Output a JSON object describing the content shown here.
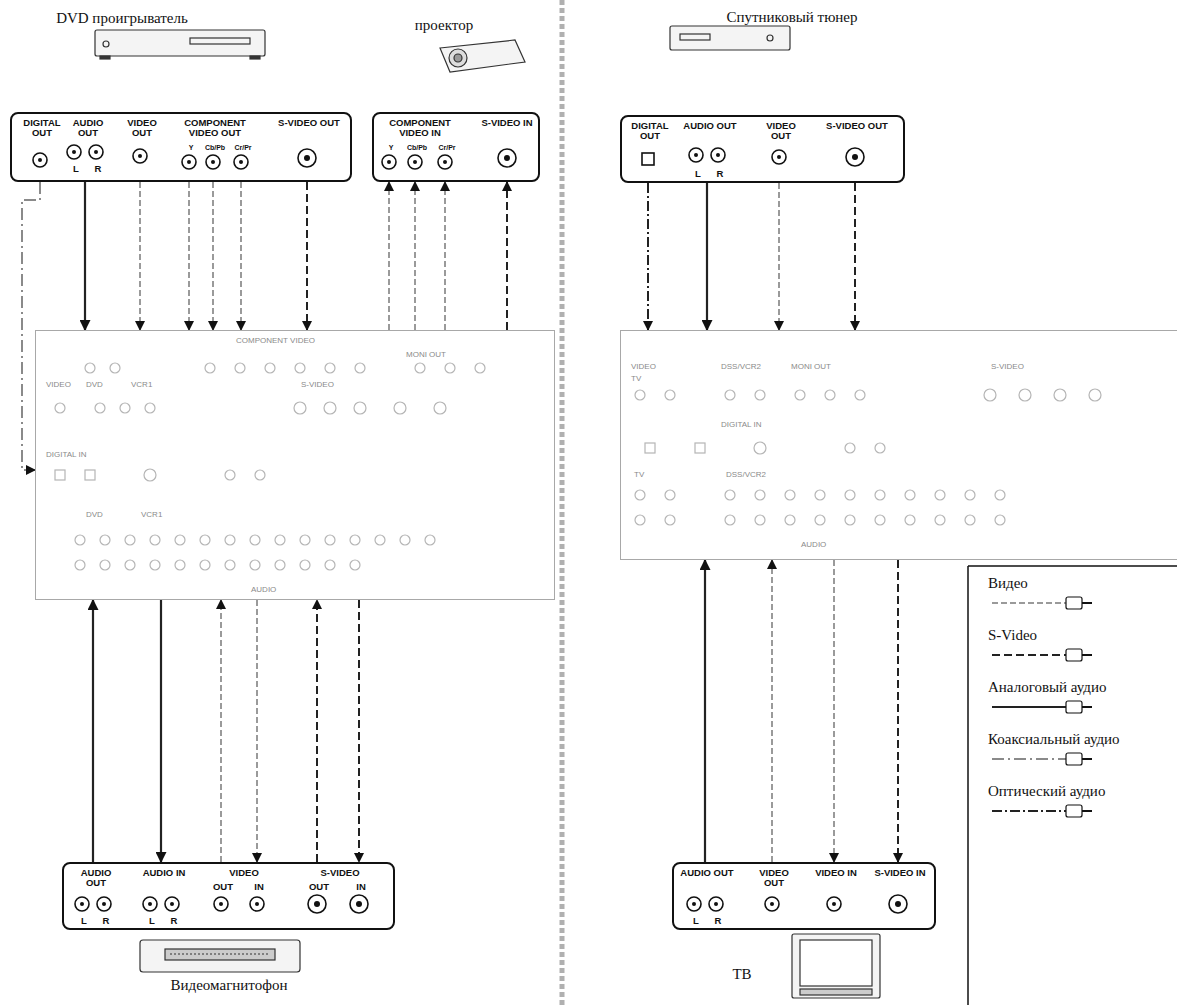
{
  "diagram": {
    "nodes": [
      {
        "text": [
          "DVD проигрыватель",
          "DIGITAL OUT",
          "AUDIO OUT",
          "L",
          "R",
          "VIDEO OUT",
          "COMPONENT VIDEO OUT",
          "Y",
          "Cb/Pb",
          "Cr/Pr",
          "S-VIDEO OUT"
        ]
      },
      {
        "text": [
          "проектор",
          "COMPONENT VIDEO IN",
          "Y",
          "Cb/Pb",
          "Cr/Pr",
          "S-VIDEO IN"
        ]
      },
      {
        "text": [
          "COMPONENT VIDEO",
          "MONI OUT",
          "VIDEO",
          "DVD",
          "VCR1",
          "S-VIDEO",
          "DIGITAL IN",
          "DVD",
          "VCR1",
          "AUDIO"
        ]
      },
      {
        "text": [
          "Видеомагнитофон",
          "AUDIO OUT",
          "L",
          "R",
          "AUDIO IN",
          "L",
          "R",
          "VIDEO",
          "OUT",
          "IN",
          "S-VIDEO",
          "OUT",
          "IN"
        ]
      },
      {
        "text": [
          "Спутниковый тюнер",
          "DIGITAL OUT",
          "AUDIO OUT",
          "L",
          "R",
          "VIDEO OUT",
          "S-VIDEO OUT"
        ]
      },
      {
        "text": [
          "VIDEO",
          "TV",
          "DSS/VCR2",
          "MONI OUT",
          "S-VIDEO",
          "DIGITAL IN",
          "TV",
          "DSS/VCR2",
          "AUDIO"
        ]
      },
      {
        "text": [
          "ТВ",
          "AUDIO OUT",
          "L",
          "R",
          "VIDEO OUT",
          "VIDEO IN",
          "S-VIDEO IN"
        ]
      }
    ],
    "edges": [
      {
        "from": 0,
        "to": 2,
        "arrow": "to"
      },
      {
        "from": 0,
        "to": 2,
        "arrow": "to"
      },
      {
        "from": 0,
        "to": 2,
        "arrow": "to"
      },
      {
        "from": 0,
        "to": 2,
        "arrow": "to"
      },
      {
        "from": 0,
        "to": 2,
        "arrow": "to"
      },
      {
        "from": 0,
        "to": 2,
        "arrow": "to"
      },
      {
        "from": 0,
        "to": 2,
        "arrow": "to"
      },
      {
        "from": 2,
        "to": 1,
        "arrow": "to"
      },
      {
        "from": 2,
        "to": 1,
        "arrow": "to"
      },
      {
        "from": 2,
        "to": 1,
        "arrow": "to"
      },
      {
        "from": 2,
        "to": 1,
        "arrow": "to"
      },
      {
        "from": 3,
        "to": 2,
        "arrow": "to"
      },
      {
        "from": 2,
        "to": 3,
        "arrow": "to"
      },
      {
        "from": 3,
        "to": 2,
        "arrow": "to"
      },
      {
        "from": 2,
        "to": 3,
        "arrow": "to"
      },
      {
        "from": 3,
        "to": 2,
        "arrow": "to"
      },
      {
        "from": 2,
        "to": 3,
        "arrow": "to"
      },
      {
        "from": 4,
        "to": 5,
        "arrow": "to"
      },
      {
        "from": 4,
        "to": 5,
        "arrow": "to"
      },
      {
        "from": 4,
        "to": 5,
        "arrow": "to"
      },
      {
        "from": 4,
        "to": 5,
        "arrow": "to"
      },
      {
        "from": 6,
        "to": 5,
        "arrow": "to"
      },
      {
        "from": 6,
        "to": 5,
        "arrow": "to"
      },
      {
        "from": 5,
        "to": 6,
        "arrow": "to"
      },
      {
        "from": 5,
        "to": 6,
        "arrow": "to"
      }
    ],
    "legend": [
      {
        "text": "Видео"
      },
      {
        "text": "S-Video"
      },
      {
        "text": "Аналоговый аудио"
      },
      {
        "text": "Коаксиальный аудио"
      },
      {
        "text": "Оптический аудио"
      }
    ]
  }
}
